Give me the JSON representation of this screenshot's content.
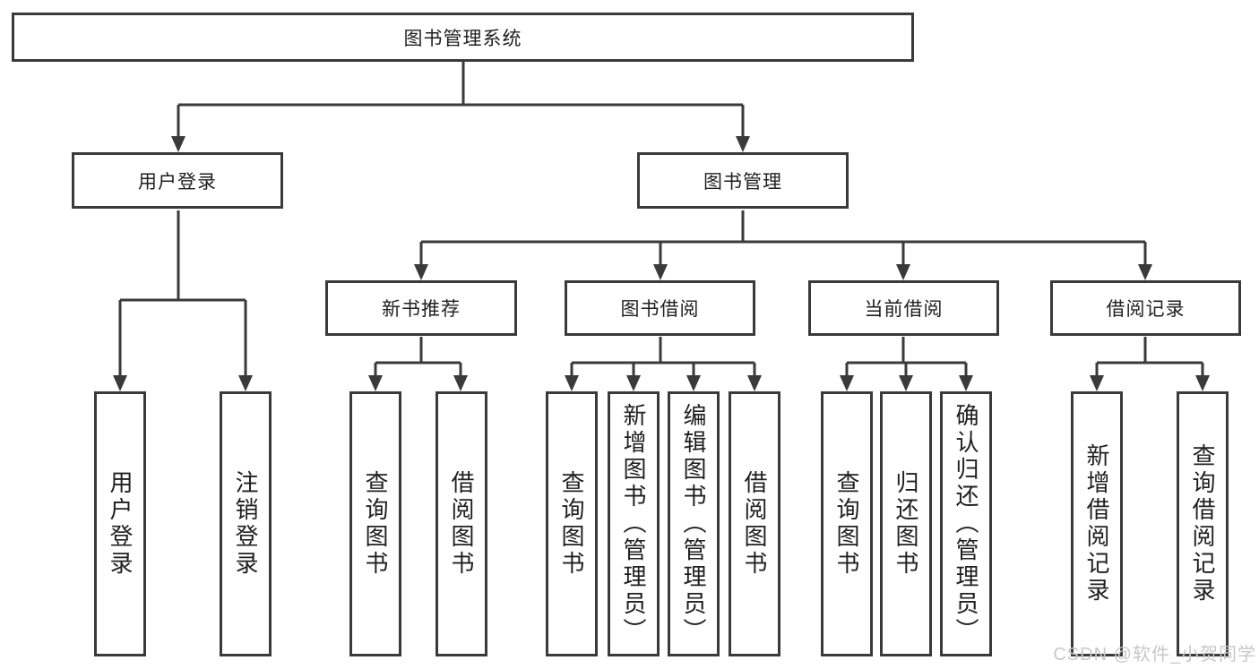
{
  "diagram": {
    "root": {
      "label": "图书管理系统"
    },
    "branches": [
      {
        "label": "用户登录",
        "leaves": [
          {
            "label": "用户登录"
          },
          {
            "label": "注销登录"
          }
        ]
      },
      {
        "label": "图书管理",
        "groups": [
          {
            "label": "新书推荐",
            "leaves": [
              {
                "label": "查询图书"
              },
              {
                "label": "借阅图书"
              }
            ]
          },
          {
            "label": "图书借阅",
            "leaves": [
              {
                "label": "查询图书"
              },
              {
                "label": "新增图书（管理员）"
              },
              {
                "label": "编辑图书（管理员）"
              },
              {
                "label": "借阅图书"
              }
            ]
          },
          {
            "label": "当前借阅",
            "leaves": [
              {
                "label": "查询图书"
              },
              {
                "label": "归还图书"
              },
              {
                "label": "确认归还（管理员）"
              }
            ]
          },
          {
            "label": "借阅记录",
            "leaves": [
              {
                "label": "新增借阅记录"
              },
              {
                "label": "查询借阅记录"
              }
            ]
          }
        ]
      }
    ]
  },
  "watermark": {
    "text": "CSDN @软件_小贺同学"
  },
  "colors": {
    "line": "#3a3a3a",
    "text": "#1f1f1f",
    "box_background": "#ffffff",
    "watermark": "#c8c8c8"
  }
}
